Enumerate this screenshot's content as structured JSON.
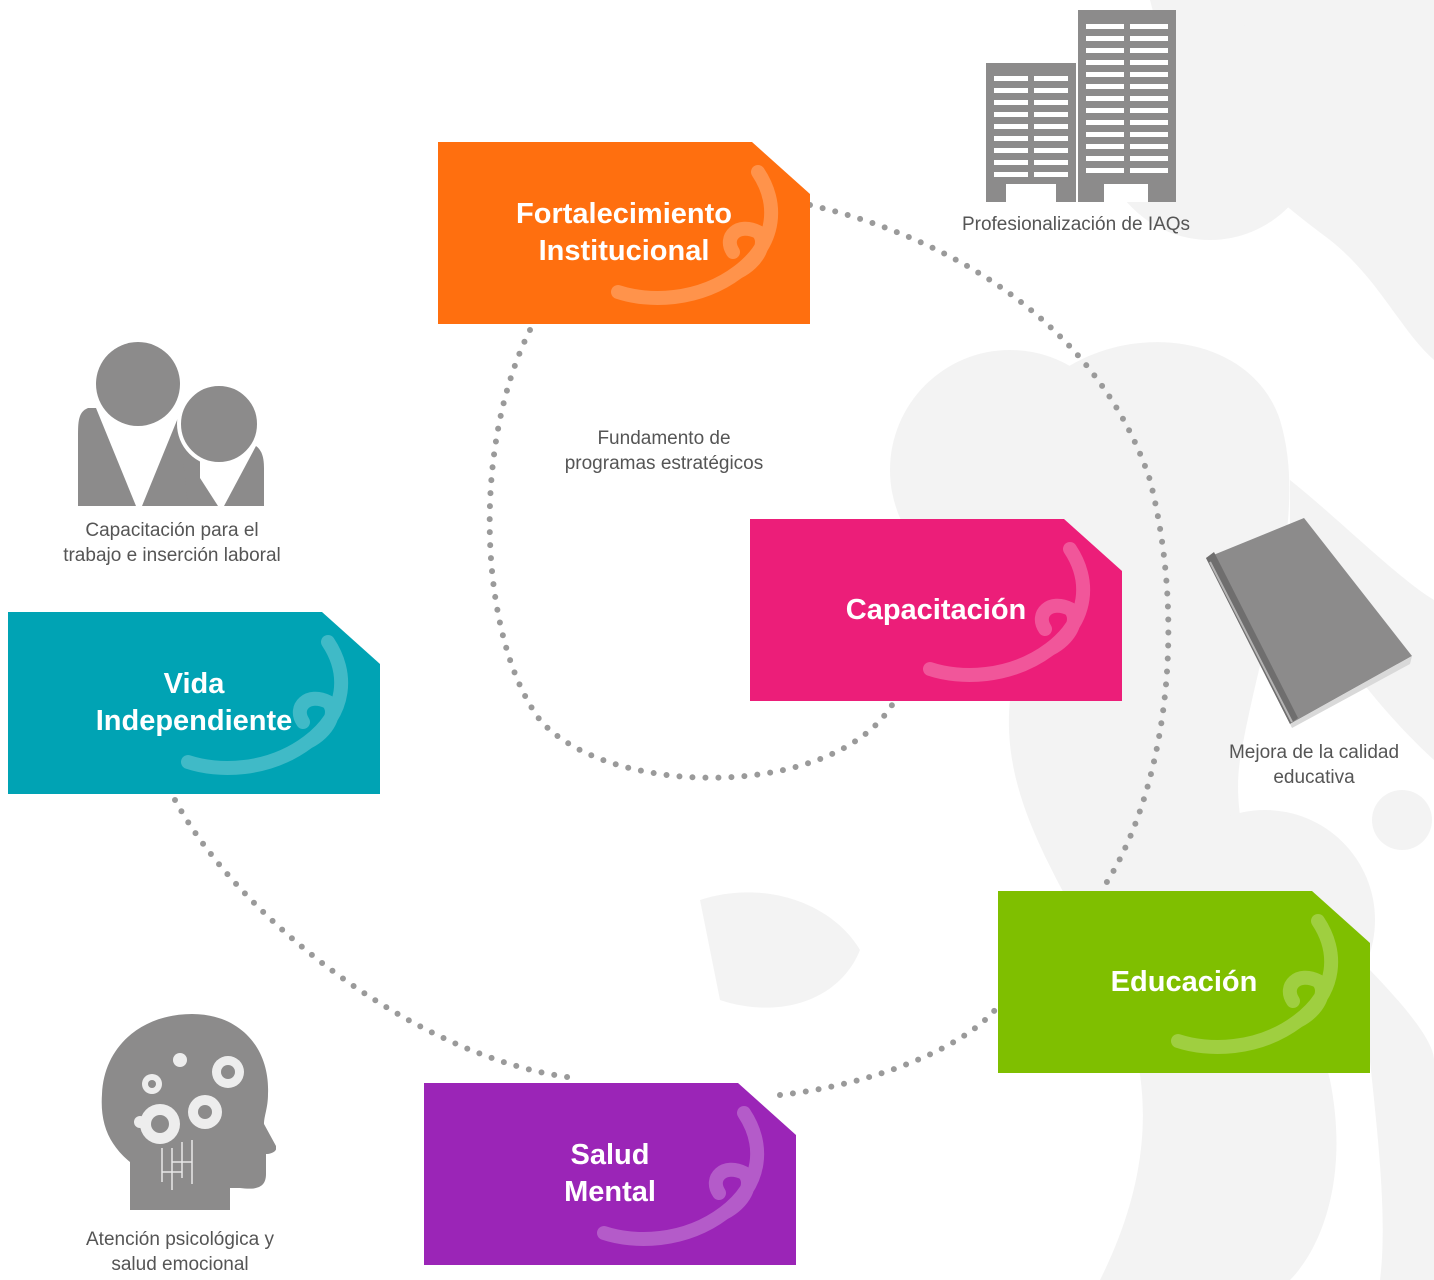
{
  "colors": {
    "fortalecimiento": "#ff6f0f",
    "capacitacion": "#ec1e79",
    "vida": "#00a3b4",
    "educacion": "#7fbf00",
    "salud": "#9b25b7",
    "icon_gray": "#8c8b8b",
    "caption_text": "#555555",
    "dots": "#9a9a9a"
  },
  "cards": {
    "fortalecimiento": {
      "line1": "Fortalecimiento",
      "line2": "Institucional"
    },
    "capacitacion": {
      "line1": "Capacitación"
    },
    "vida": {
      "line1": "Vida",
      "line2": "Independiente"
    },
    "educacion": {
      "line1": "Educación"
    },
    "salud": {
      "line1": "Salud",
      "line2": "Mental"
    }
  },
  "captions": {
    "center": {
      "line1": "Fundamento de",
      "line2": "programas estratégicos"
    },
    "iaqs": {
      "line1": "Profesionalización de IAQs"
    },
    "trabajo": {
      "line1": "Capacitación para el",
      "line2": "trabajo e inserción laboral"
    },
    "calidad": {
      "line1": "Mejora de la calidad",
      "line2": "educativa"
    },
    "psico": {
      "line1": "Atención psicológica y",
      "line2": "salud emocional"
    }
  },
  "icons": [
    "buildings-icon",
    "people-icon",
    "book-icon",
    "head-gears-icon"
  ]
}
